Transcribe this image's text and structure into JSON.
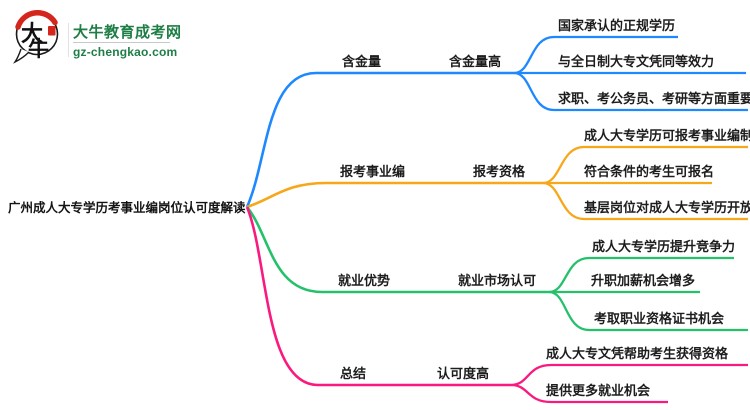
{
  "logo": {
    "icon_char_top": "大",
    "icon_char_bottom": "牛",
    "site_name": "大牛教育成考网",
    "site_domain": "gz-chengkao.com",
    "brand_green": "#1e7e46",
    "seal_red": "#d4261c",
    "ink_black": "#1a1a1a"
  },
  "center": {
    "title": "广州成人大专学历考事业编岗位认可度解读"
  },
  "branches": [
    {
      "label": "含金量",
      "sublabel": "含金量高",
      "color": "#1E88FF",
      "leaves": [
        "国家承认的正规学历",
        "与全日制大专文凭同等效力",
        "求职、考公务员、考研等方面重要"
      ]
    },
    {
      "label": "报考事业编",
      "sublabel": "报考资格",
      "color": "#F7A71A",
      "leaves": [
        "成人大专学历可报考事业编制",
        "符合条件的考生可报名",
        "基层岗位对成人大专学历开放"
      ]
    },
    {
      "label": "就业优势",
      "sublabel": "就业市场认可",
      "color": "#25C16A",
      "leaves": [
        "成人大专学历提升竞争力",
        "升职加薪机会增多",
        "考取职业资格证书机会"
      ]
    },
    {
      "label": "总结",
      "sublabel": "认可度高",
      "color": "#F9197F",
      "leaves": [
        "成人大专文凭帮助考生获得资格",
        "提供更多就业机会"
      ]
    }
  ]
}
